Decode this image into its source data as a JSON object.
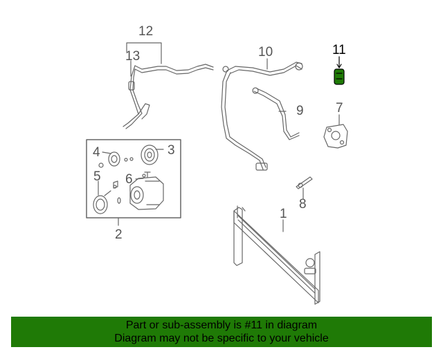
{
  "callouts": {
    "c1": "1",
    "c2": "2",
    "c3": "3",
    "c4": "4",
    "c5": "5",
    "c6": "6",
    "c7": "7",
    "c8": "8",
    "c9": "9",
    "c10": "10",
    "c11": "11",
    "c12": "12",
    "c13": "13"
  },
  "highlight_color": "#1f7a06",
  "banner": {
    "line1": "Part or sub-assembly is #11 in diagram",
    "line2": "Diagram may not be specific to your vehicle"
  }
}
